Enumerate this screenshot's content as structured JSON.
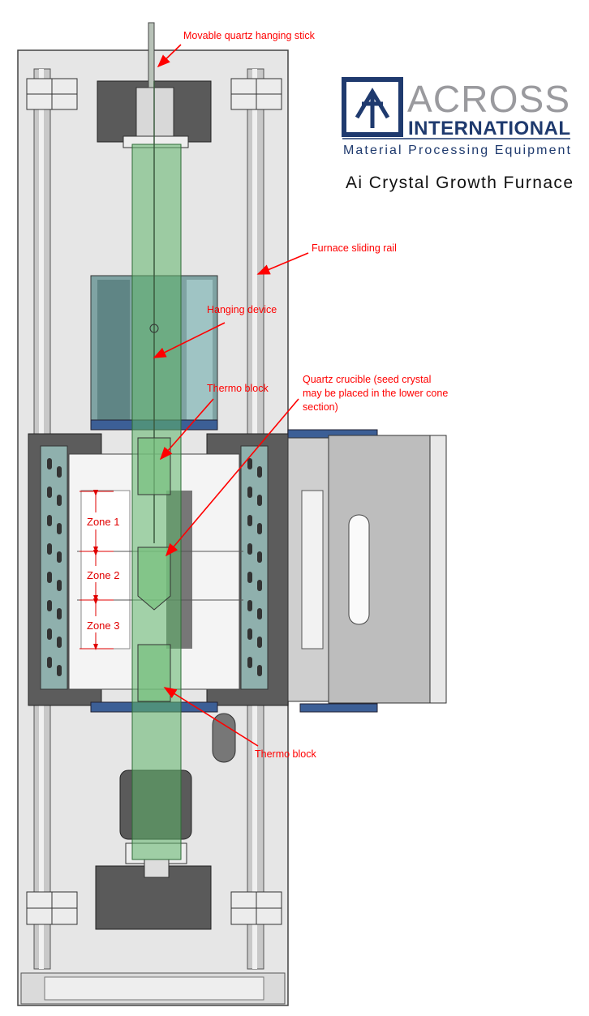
{
  "logo": {
    "brand_line1": "ACROSS",
    "brand_line2": "INTERNATIONAL",
    "tagline": "Material Processing Equipment"
  },
  "title": "Ai Crystal Growth Furnace",
  "callouts": {
    "quartz_stick": "Movable quartz hanging stick",
    "sliding_rail": "Furnace sliding rail",
    "hanging_device": "Hanging device",
    "thermo_block_top": "Thermo block",
    "crucible_line1": "Quartz crucible (seed crystal",
    "crucible_line2": "may be placed in the lower cone",
    "crucible_line3": "section)",
    "thermo_block_bottom": "Thermo block"
  },
  "zones": [
    "Zone 1",
    "Zone 2",
    "Zone 3"
  ],
  "colors": {
    "callout": "#ff0000",
    "logo_blue": "#1f3a6e",
    "logo_gray": "#9a9a9e",
    "tube_green": "#5fb56a"
  }
}
